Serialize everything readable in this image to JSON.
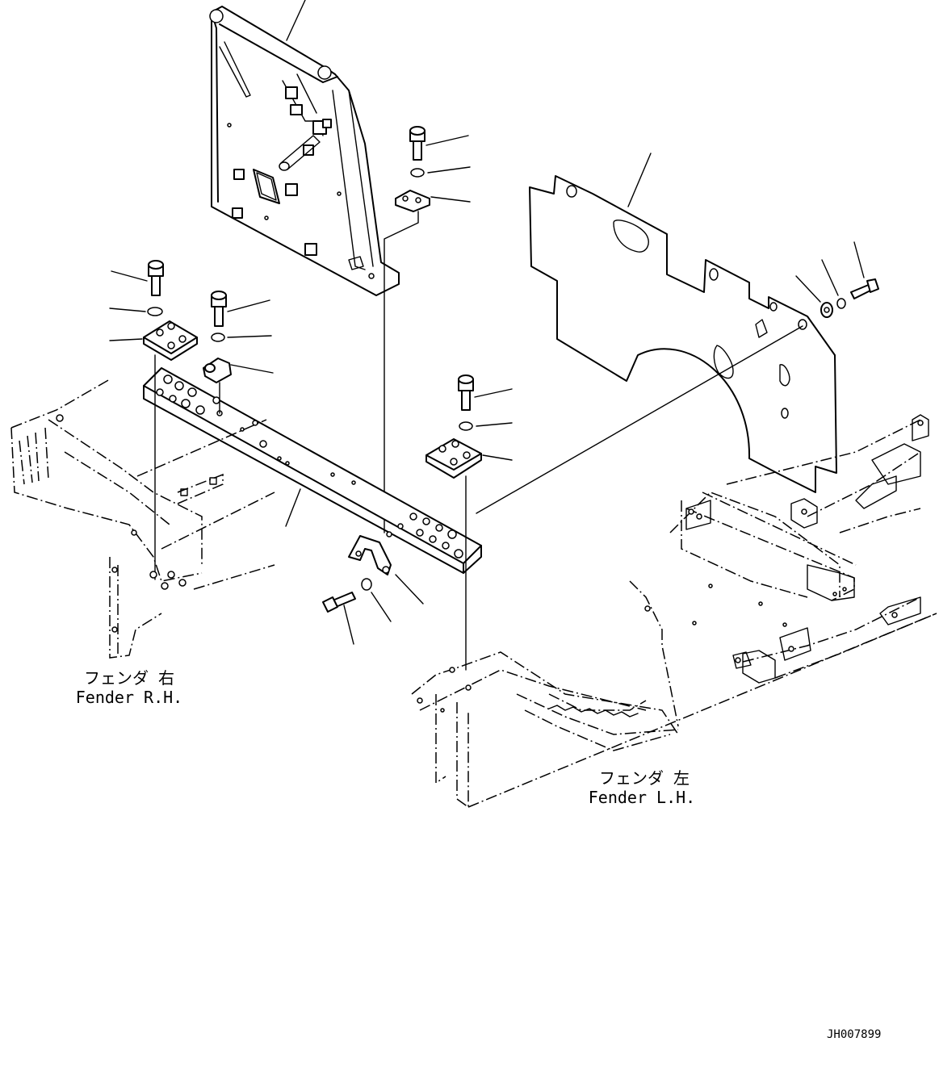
{
  "labels": {
    "fender_rh_jp": "フェンダ 右",
    "fender_rh_en": "Fender R.H.",
    "fender_lh_jp": "フェンダ 左",
    "fender_lh_en": "Fender L.H.",
    "drawing_code": "JH007899"
  }
}
